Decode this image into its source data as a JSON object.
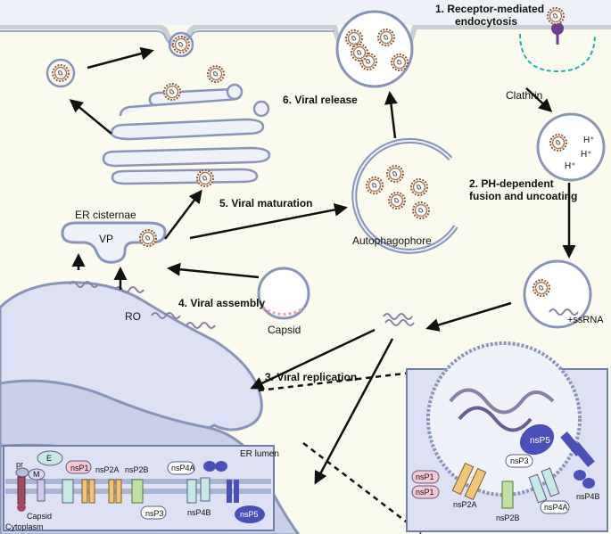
{
  "steps": {
    "s1a": "1. Receptor-mediated",
    "s1b": "endocytosis",
    "s2a": "2. PH-dependent",
    "s2b": "fusion and uncoating",
    "s3": "3. Viral replication",
    "s4": "4. Viral assembly",
    "s5": "5. Viral maturation",
    "s6": "6. Viral release"
  },
  "labels": {
    "clathrin": "Clathrin",
    "h1": "H⁺",
    "h2": "H⁺",
    "h3": "H⁺",
    "ssrna": "+ssRNA",
    "autophagophore": "Autophagophore",
    "capsid": "Capsid",
    "er_cisternae": "ER cisternae",
    "vp": "VP",
    "ro": "RO",
    "er_lumen": "ER lumen",
    "cytoplasm": "Cytoplasm",
    "capsid_small": "Capsid"
  },
  "inset_left": {
    "pr": "pr",
    "m": "M",
    "e": "E",
    "nsp1": "nsP1",
    "nsp2a": "nsP2A",
    "nsp2b": "nsP2B",
    "nsp3": "nsP3",
    "nsp4a": "nsP4A",
    "nsp4b": "nsP4B",
    "nsp5": "nsP5"
  },
  "inset_right": {
    "nsp5": "nsP5",
    "nsp3": "nsP3",
    "nsp1a": "nsP1",
    "nsp1b": "nsP1",
    "nsp2a": "nsP2A",
    "nsp2b": "nsP2B",
    "nsp4a": "nsP4A",
    "nsp4b": "nsP4B"
  },
  "colors": {
    "membrane": "#b7c4df",
    "membrane_edge": "#6f7fa6",
    "inset_bg": "#dde1f3",
    "virion": "#8a5a3a",
    "nsp1": "#f7c7d6",
    "nsp2": "#f2c477",
    "nsp2b": "#bfe0a2",
    "nsp4": "#c7e9e6",
    "nsp5": "#4b4fb8"
  }
}
